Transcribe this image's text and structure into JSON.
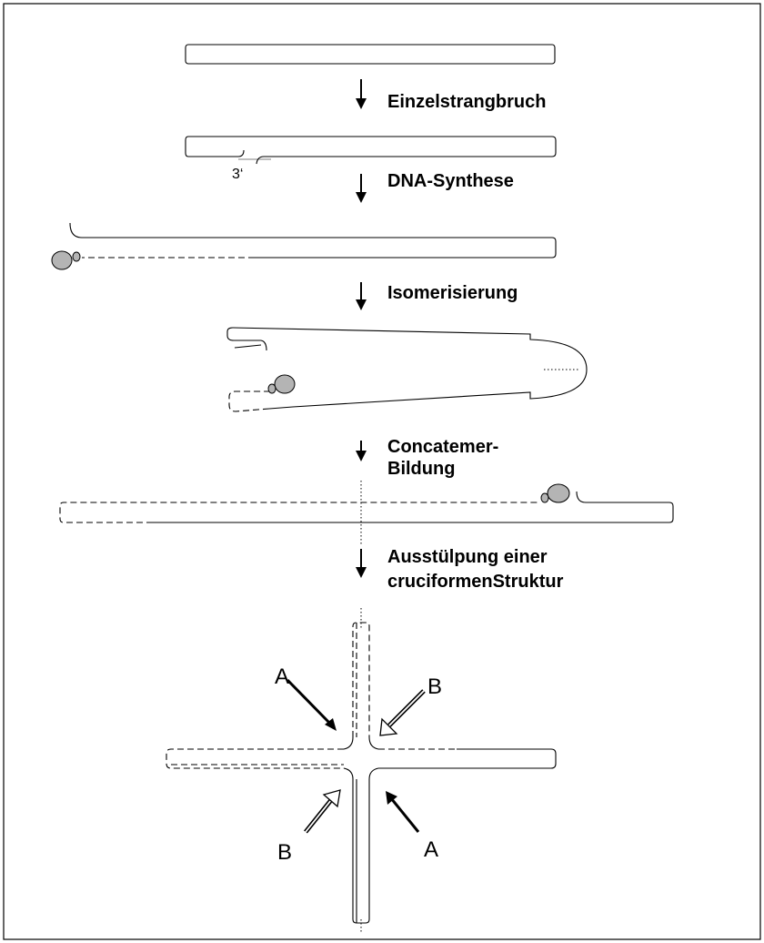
{
  "steps": [
    {
      "label": "Einzelstrangbruch"
    },
    {
      "label": "DNA-Synthese"
    },
    {
      "label": "Isomerisierung"
    },
    {
      "label_line1": "Concatemer-",
      "label_line2": "Bildung"
    },
    {
      "label_line1": "Ausstülpung einer",
      "label_line2": "cruciformenStruktur"
    }
  ],
  "strand_end_label": "3‘",
  "cleavage_sites": {
    "a": "A",
    "b": "B"
  },
  "colors": {
    "protein": "#b4b4b4",
    "line": "#000000"
  }
}
